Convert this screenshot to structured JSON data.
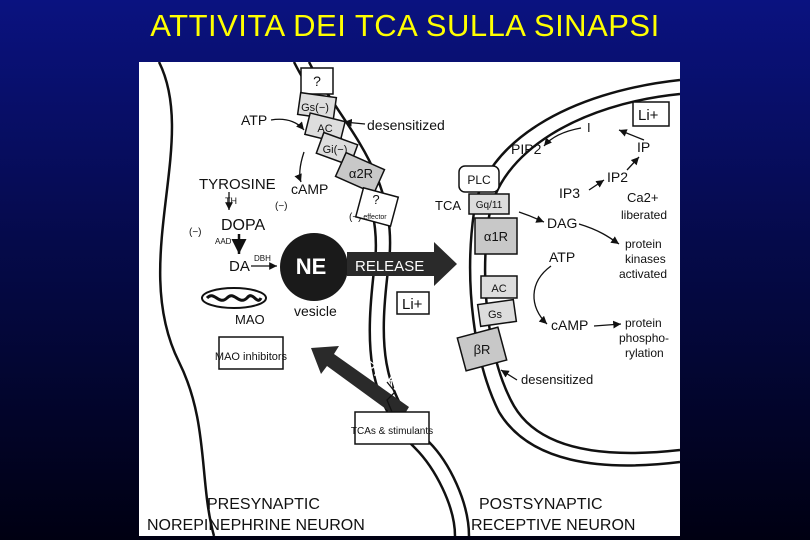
{
  "title": "ATTIVITA DEI TCA SULLA SINAPSI",
  "diagram": {
    "top_receptor": {
      "unknown": "?",
      "gs": "Gs(−)",
      "ac": "AC",
      "gi": "Gi(−)",
      "a2r": "α2R"
    },
    "presynaptic": {
      "atp": "ATP",
      "desensitized_top": "desensitized",
      "tyrosine": "TYROSINE",
      "camp": "cAMP",
      "th": "TH",
      "minus_a": "(−)",
      "minus_b": "(−)",
      "minus_c": "(−)",
      "dopa": "DOPA",
      "aad": "AAD",
      "da": "DA",
      "dbh": "DBH",
      "effector_q": "?",
      "effector": "effector",
      "ne": "NE",
      "release": "RELEASE",
      "li_pre": "Li+",
      "vesicle": "vesicle",
      "mao": "MAO",
      "mao_inhibitors": "MAO inhibitors",
      "reuptake": "REUPTAKE",
      "tcas": "TCAs & stimulants",
      "caption_1": "PRESYNAPTIC",
      "caption_2": "NOREPINEPHRINE NEURON"
    },
    "postsynaptic": {
      "li_post": "Li+",
      "i": "I",
      "pip2": "PIP2",
      "ip": "IP",
      "ip2": "IP2",
      "ip3": "IP3",
      "plc": "PLC",
      "tca": "TCA",
      "gq": "Gq/11",
      "a1r": "α1R",
      "ca": "Ca2+",
      "liberated": "liberated",
      "dag": "DAG",
      "pk_1": "protein",
      "pk_2": "kinases",
      "pk_3": "activated",
      "atp": "ATP",
      "ac": "AC",
      "gs": "Gs",
      "br": "βR",
      "camp": "cAMP",
      "pp_1": "protein",
      "pp_2": "phospho-",
      "pp_3": "rylation",
      "desensitized": "desensitized",
      "caption_1": "POSTSYNAPTIC",
      "caption_2": "RECEPTIVE NEURON"
    }
  }
}
